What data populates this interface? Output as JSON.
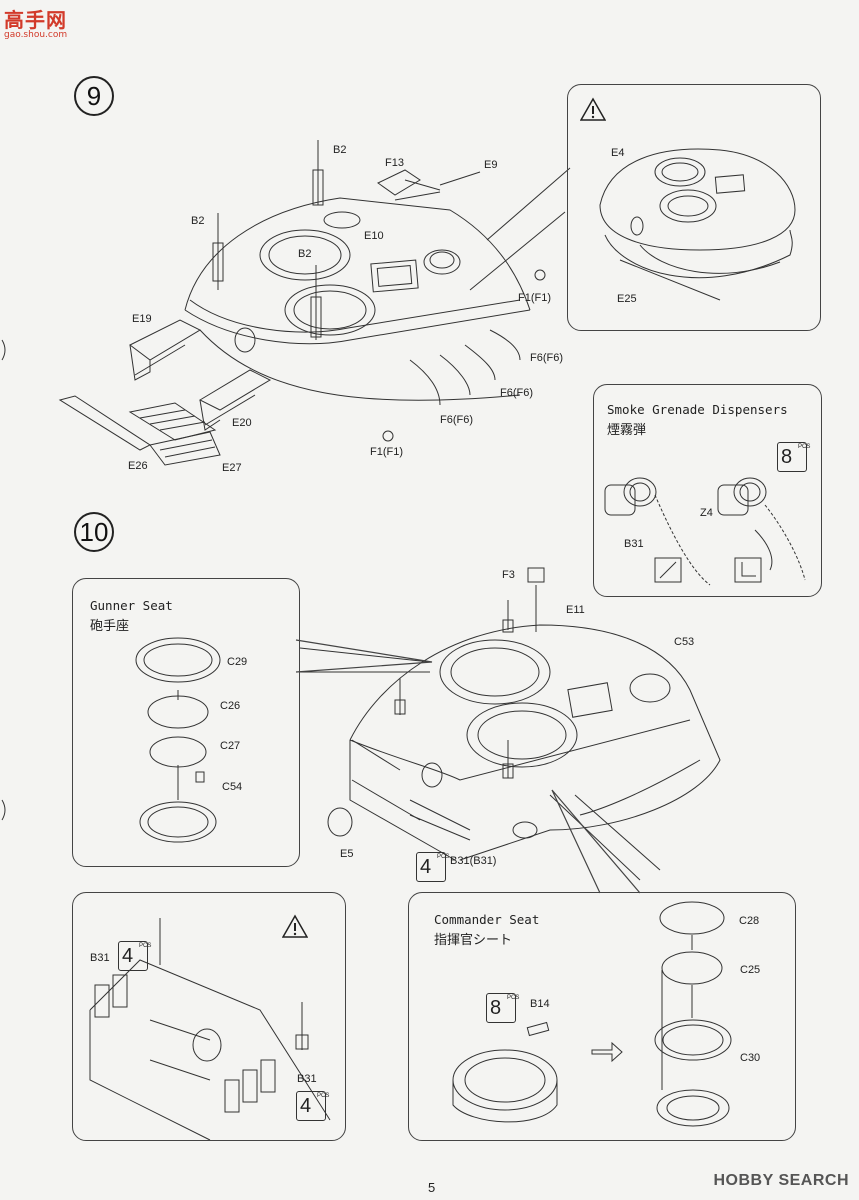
{
  "watermark": {
    "logo": "高手网",
    "url": "gao.shou.com"
  },
  "steps": {
    "step9": "9",
    "step10": "10"
  },
  "step9_parts": {
    "B2a": "B2",
    "B2b": "B2",
    "B2c": "B2",
    "F13": "F13",
    "E9": "E9",
    "E10": "E10",
    "F1a": "F1(F1)",
    "F1b": "F1(F1)",
    "F6a": "F6(F6)",
    "F6b": "F6(F6)",
    "F6c": "F6(F6)",
    "E19": "E19",
    "E20": "E20",
    "E26": "E26",
    "E27": "E27"
  },
  "warning_panel_top": {
    "E4": "E4",
    "E25": "E25"
  },
  "smoke_panel": {
    "title": "Smoke Grenade Dispensers",
    "subtitle": "煙霧弾",
    "qty": "8",
    "pcs": "PCS",
    "B31": "B31",
    "Z4": "Z4"
  },
  "gunner_panel": {
    "title": "Gunner Seat",
    "subtitle": "砲手座",
    "C29": "C29",
    "C26": "C26",
    "C27": "C27",
    "C54": "C54"
  },
  "step10_parts": {
    "F3": "F3",
    "E11": "E11",
    "C53": "C53",
    "E5": "E5",
    "B31": "B31(B31)",
    "qty": "4",
    "pcs": "PCS"
  },
  "warning_panel_bottom": {
    "B31a": "B31",
    "B31b": "B31",
    "qty_a": "4",
    "qty_b": "4",
    "pcs": "PCS"
  },
  "commander_panel": {
    "title": "Commander Seat",
    "subtitle": "指揮官シート",
    "qty": "8",
    "pcs": "PCS",
    "B14": "B14",
    "C28": "C28",
    "C25": "C25",
    "C30": "C30"
  },
  "footer": {
    "page_number": "5",
    "brand": "HOBBY SEARCH"
  },
  "colors": {
    "line": "#333333",
    "watermark": "#d23a2a",
    "paper": "#f4f4f2"
  }
}
